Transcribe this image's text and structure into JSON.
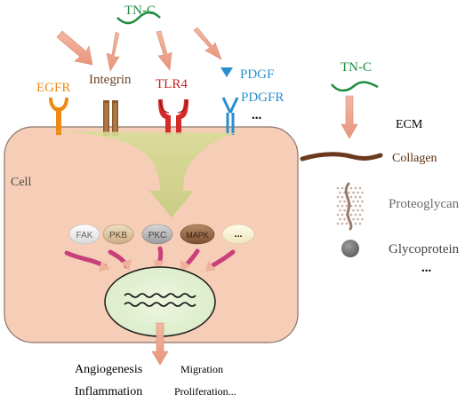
{
  "top": {
    "label": "TN-C"
  },
  "receptors": {
    "egfr": "EGFR",
    "integrin": "Integrin",
    "tlr4": "TLR4",
    "pdgf": "PDGF",
    "pdgfr": "PDGFR",
    "more": "..."
  },
  "cell": {
    "label": "Cell"
  },
  "kinases": [
    "FAK",
    "PKB",
    "PKC",
    "MAPK",
    "..."
  ],
  "outcomes": {
    "angiogenesis": "Angiogenesis",
    "migration": "Migration",
    "inflammation": "Inflammation",
    "proliferation": "Proliferation..."
  },
  "ecm": {
    "tnc": "TN-C",
    "title": "ECM",
    "collagen": "Collagen",
    "proteoglycan": "Proteoglycan",
    "glycoprotein": "Glycoprotein",
    "more": "..."
  },
  "colors": {
    "egfr": "#ee8a14",
    "integrin": "#8b5a2b",
    "tlr4": "#d42a2a",
    "pdgf": "#2a8fcf",
    "tnc": "#1f8c3e",
    "cell_fill": "#f6cdb6",
    "collagen": "#6b3a1e"
  }
}
